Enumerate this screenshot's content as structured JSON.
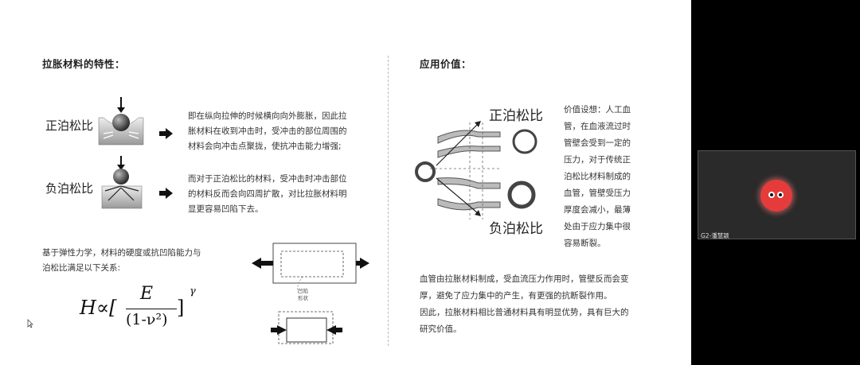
{
  "left": {
    "heading": "拉胀材料的特性：",
    "pos_label": "正泊松比",
    "neg_label": "负泊松比",
    "pos_desc": [
      "即在纵向拉伸的时候横向向外膨胀，因此拉",
      "胀材料在收到冲击时，受冲击的部位周围的",
      "材料会向冲击点聚拢，使抗冲击能力增强;"
    ],
    "neg_desc": [
      "而对于正泊松比的材料，受冲击时冲击部位",
      "的材料反而会向四周扩散，对比拉胀材料明",
      "显更容易凹陷下去。"
    ],
    "basis": [
      "基于弹性力学，材料的硬度或抗凹陷能力与",
      "泊松比满足以下关系:"
    ],
    "formula": {
      "H": "H∝[",
      "E": "E",
      "den": "(1-ν²)",
      "close": "]",
      "gamma": "γ"
    },
    "mini_label": [
      "凹陷",
      "形状"
    ]
  },
  "right": {
    "heading": "应用价值：",
    "pos_label": "正泊松比",
    "neg_label": "负泊松比",
    "value_text": [
      "价值设想：人工血",
      "管，在血液流过时",
      "管壁会受到一定的",
      "压力，对于传统正",
      "泊松比材料制成的",
      "血管，管壁受压力",
      "厚度会减小，最薄",
      "处由于应力集中很",
      "容易断裂。"
    ],
    "bottom_text": [
      "血管由拉胀材料制成，受血流压力作用时，管壁反而会变",
      "厚，避免了应力集中的产生，有更强的抗断裂作用。",
      "因此，拉胀材料相比普通材料具有明显优势，具有巨大的",
      "研究价值。"
    ]
  },
  "participant": {
    "name": "G2-潘慧颖",
    "avatar_color": "#e53b3b"
  },
  "colors": {
    "slide_bg": "#ffffff",
    "outer_bg": "#000000",
    "panel_bg": "#2a2a2a"
  }
}
